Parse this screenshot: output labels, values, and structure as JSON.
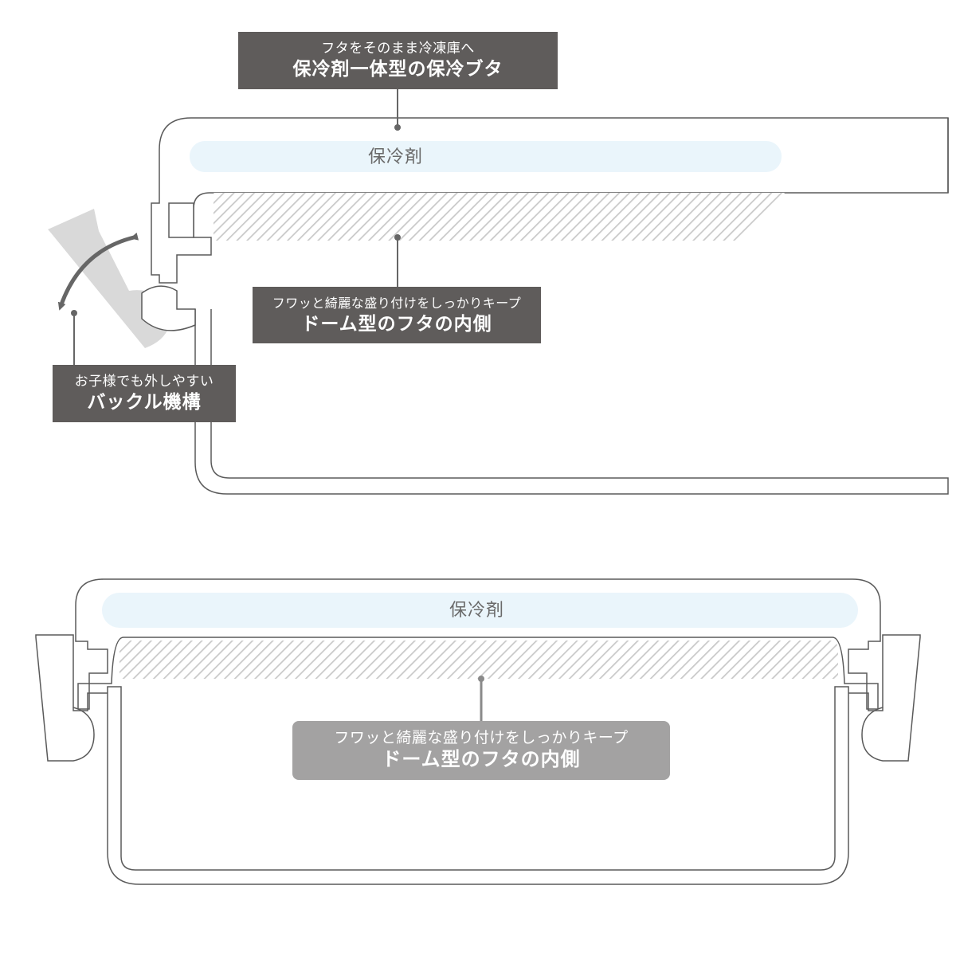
{
  "top_view": {
    "lid_callout": {
      "sub": "フタをそのまま冷凍庫へ",
      "main": "保冷剤一体型の保冷ブタ"
    },
    "ice_pack_label": "保冷剤",
    "dome_callout": {
      "sub": "フワッと綺麗な盛り付けをしっかりキープ",
      "main": "ドーム型のフタの内側"
    },
    "buckle_callout": {
      "sub": "お子様でも外しやすい",
      "main": "バックル機構"
    }
  },
  "bottom_view": {
    "ice_pack_label": "保冷剤",
    "dome_callout": {
      "sub": "フワッと綺麗な盛り付けをしっかりキープ",
      "main": "ドーム型のフタの内側"
    }
  },
  "colors": {
    "outline": "#5a5a5a",
    "ice_pack": "#eaf5fb",
    "hatch": "#c9c9c9",
    "callout_dark": "#5f5c5b",
    "callout_light": "#a3a2a2",
    "buckle": "#d9d9d9"
  }
}
